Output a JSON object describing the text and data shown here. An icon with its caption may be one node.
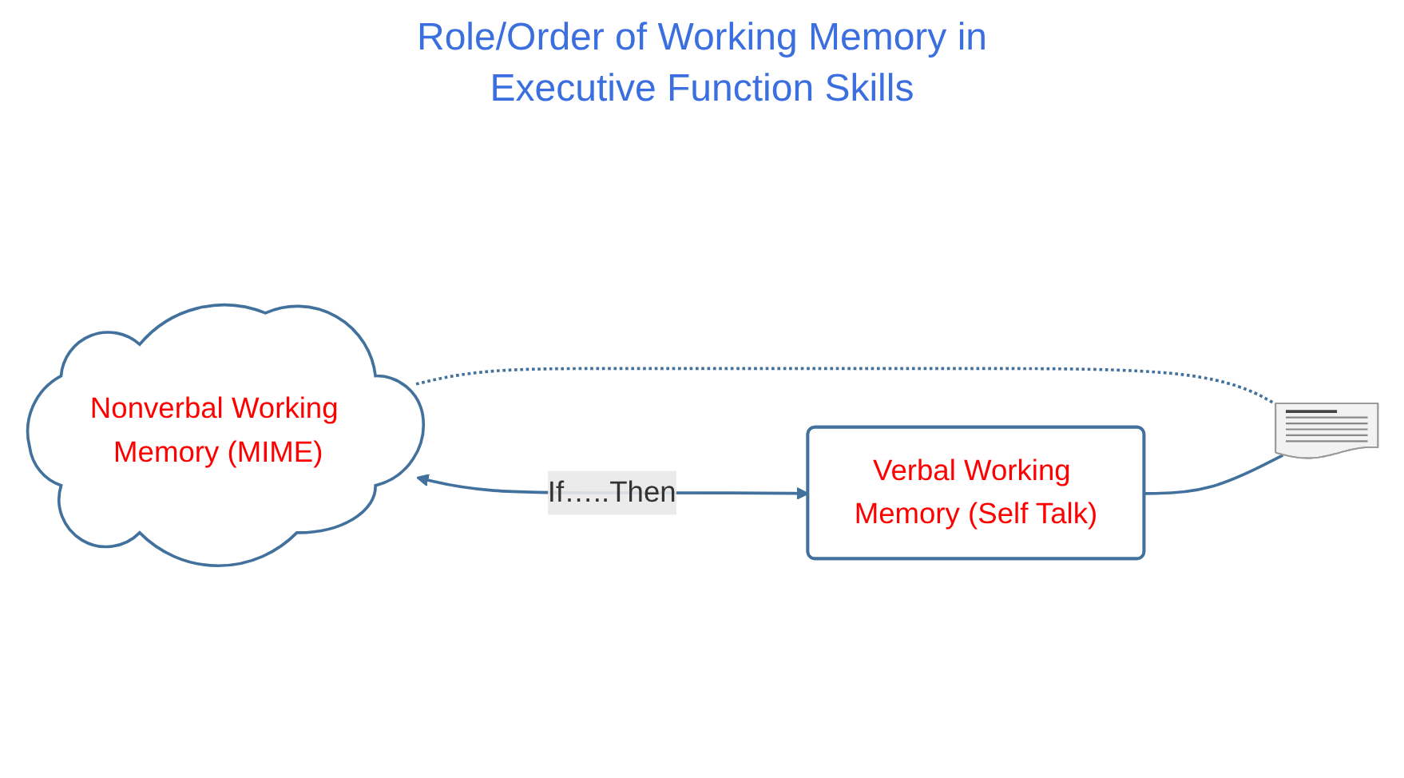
{
  "diagram": {
    "title": "Role/Order of Working Memory in Executive Function Skills",
    "nodes": [
      {
        "text": [
          "Nonverbal Working Memory (MIME)"
        ]
      },
      {
        "text": [
          "Verbal Working Memory (Self Talk)"
        ]
      },
      {
        "text": [],
        "shape": "picture"
      }
    ],
    "edges": [
      {
        "from": 0,
        "to": 1,
        "arrow": "both",
        "label": "If…..Then"
      },
      {
        "from": 0,
        "to": 2,
        "arrow": "none",
        "style": "dashed"
      },
      {
        "from": 1,
        "to": 2,
        "arrow": "none"
      }
    ]
  }
}
